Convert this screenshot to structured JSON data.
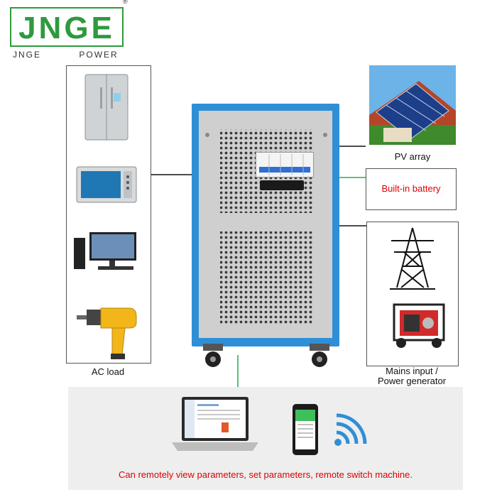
{
  "brand": {
    "logo_text": "JNGE",
    "tagline_left": "JNGE",
    "tagline_right": "POWER",
    "registered": "®",
    "color": "#2e9a3e"
  },
  "labels": {
    "ac_load": "AC load",
    "pv_array": "PV array",
    "builtin_battery": "Built-in battery",
    "mains_line1": "Mains input /",
    "mains_line2": "Power generator",
    "remote_caption": "Can remotely view parameters, set parameters, remote switch machine."
  },
  "colors": {
    "cabinet_blue": "#2f8fd6",
    "panel_gray": "#c9c9c9",
    "link_green": "#2fa84a",
    "caption_red": "#e00000"
  },
  "icons": {
    "load_devices": [
      "refrigerator-icon",
      "microwave-icon",
      "computer-icon",
      "drill-icon"
    ],
    "mains_devices": [
      "power-tower-icon",
      "generator-icon"
    ],
    "remote_devices": [
      "laptop-icon",
      "phone-icon",
      "wifi-icon"
    ]
  }
}
